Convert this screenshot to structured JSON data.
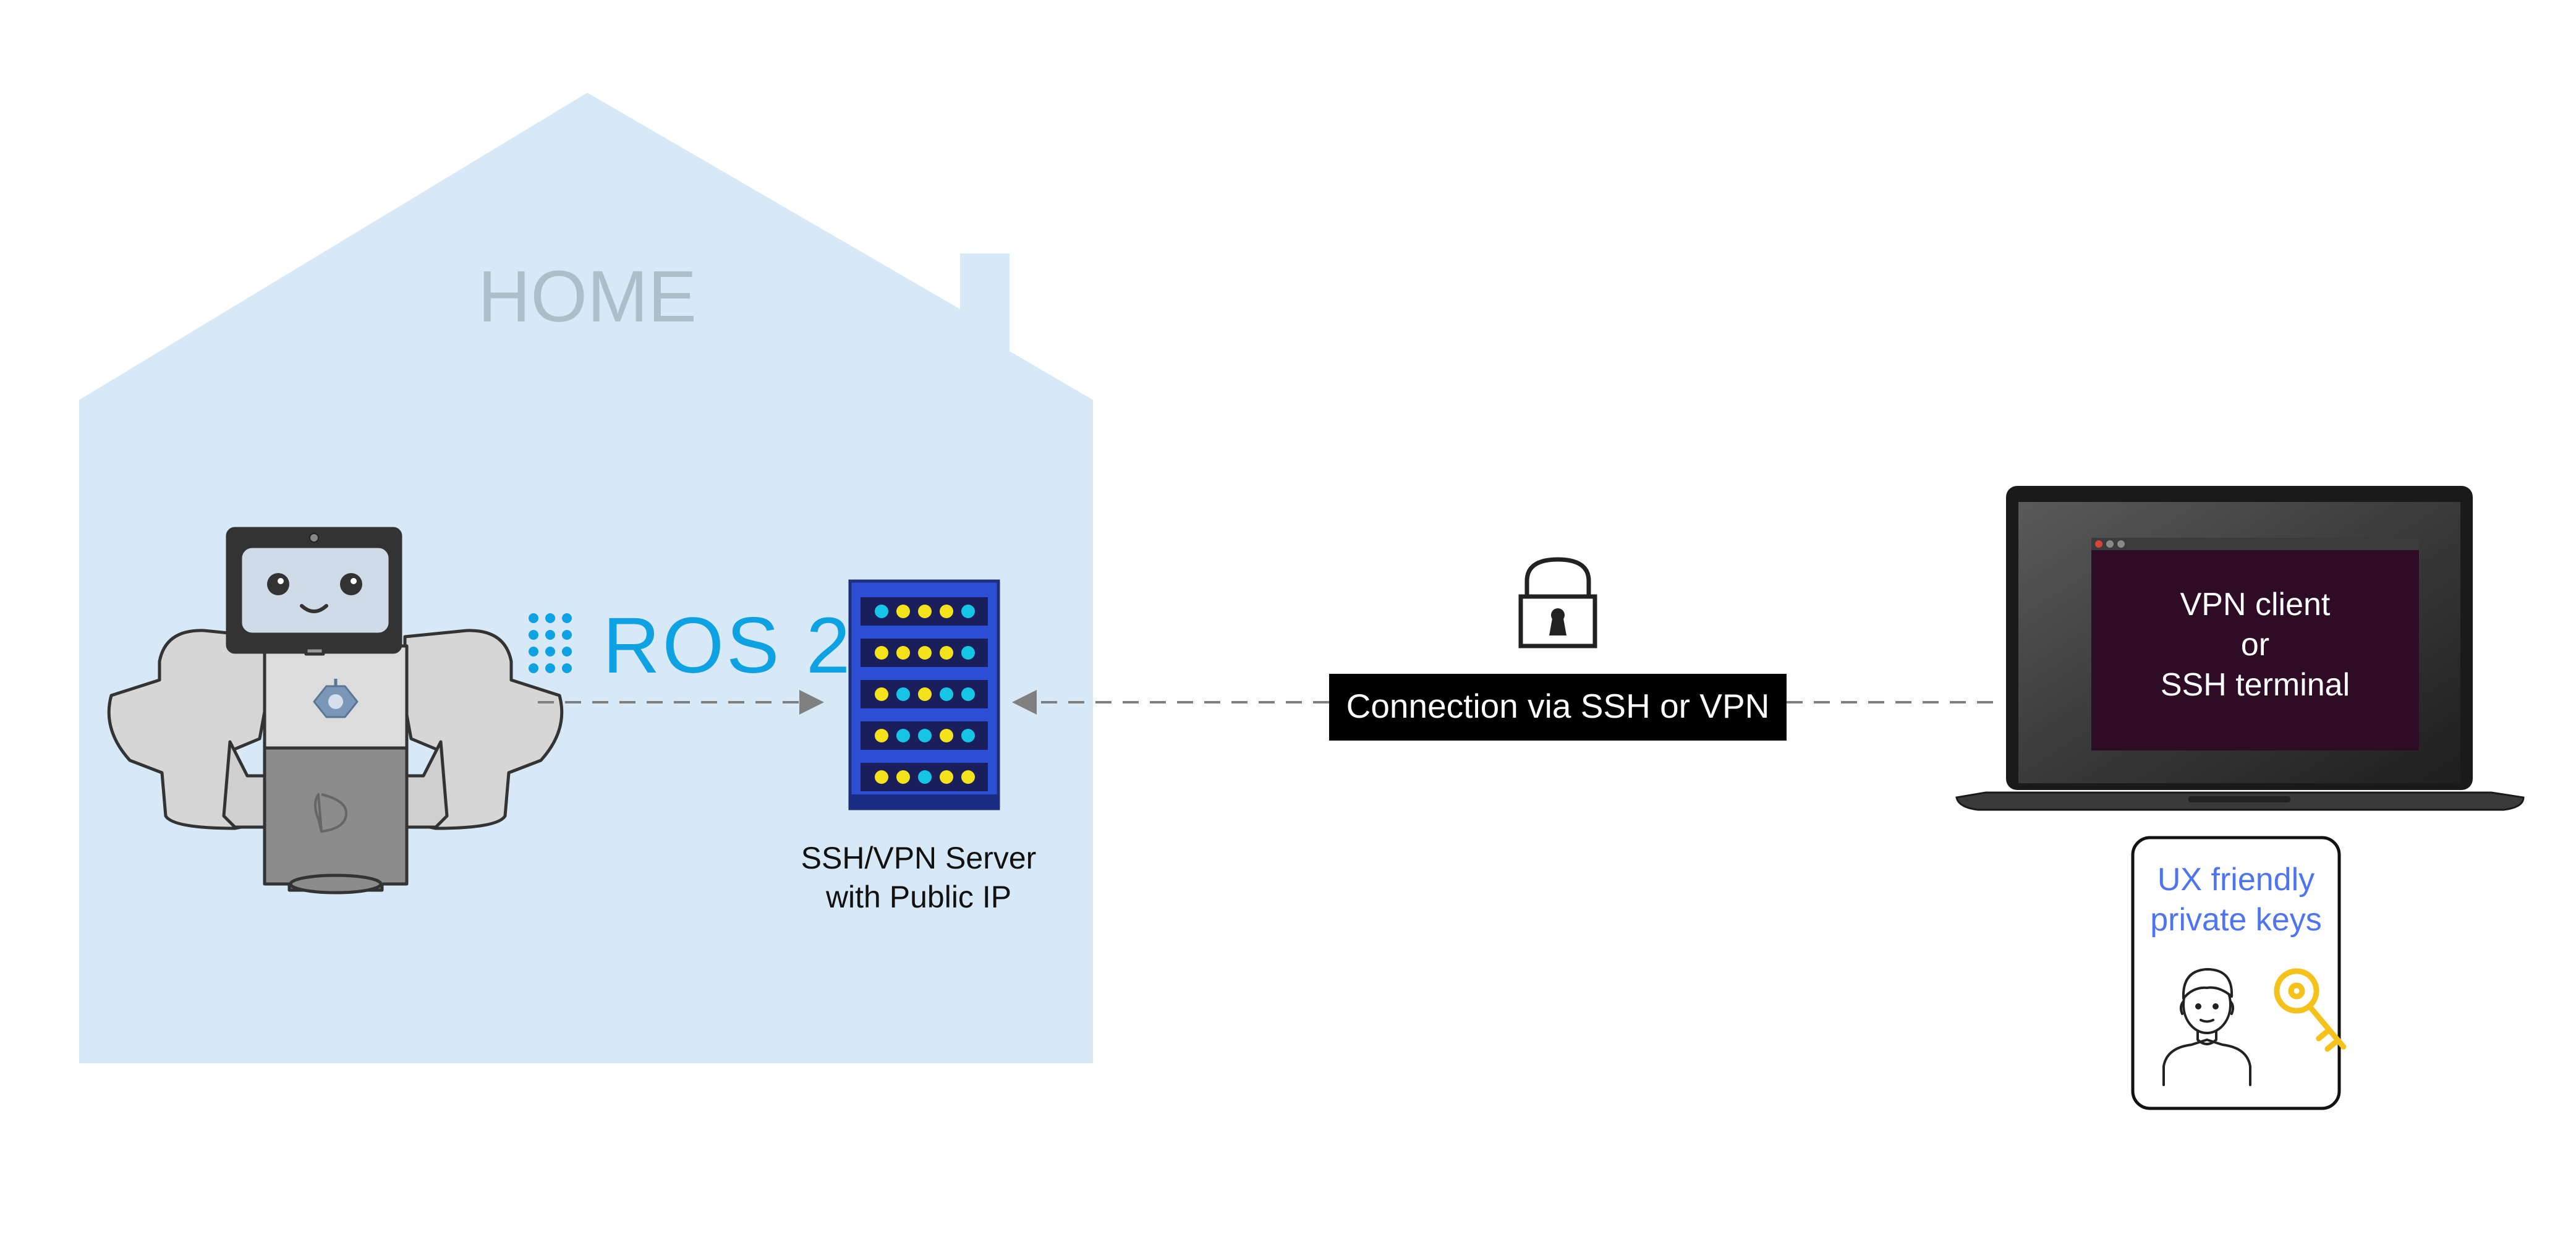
{
  "home": {
    "label": "HOME"
  },
  "ros": {
    "label": "ROS 2"
  },
  "server": {
    "caption_line1": "SSH/VPN Server",
    "caption_line2": "with Public IP"
  },
  "connection": {
    "label": "Connection via SSH or VPN"
  },
  "laptop": {
    "screen_line1": "VPN client",
    "screen_line2": "or",
    "screen_line3": "SSH terminal"
  },
  "keys_card": {
    "line1": "UX friendly",
    "line2": "private keys"
  },
  "colors": {
    "house": "#d7e8f7",
    "ros_blue": "#0ea2e2",
    "server_blue": "#2d4fd6",
    "terminal": "#2e0c26",
    "key_yellow": "#f4c21b",
    "link_blue": "#4f74f0",
    "arrow_gray": "#808080"
  },
  "icons": [
    "robot-icon",
    "ros2-logo-icon",
    "server-rack-icon",
    "padlock-icon",
    "laptop-icon",
    "person-icon",
    "key-icon"
  ]
}
